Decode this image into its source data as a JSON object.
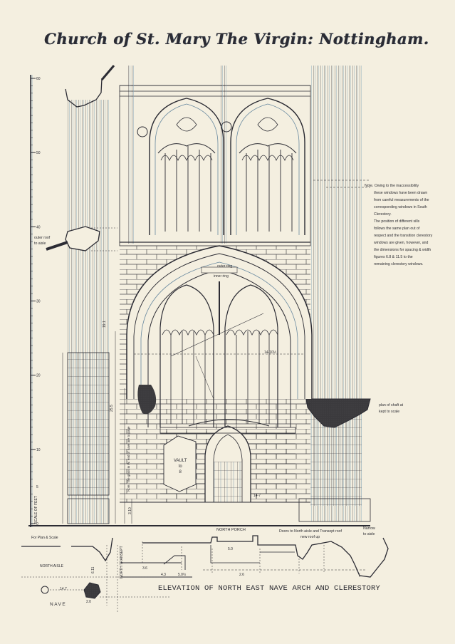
{
  "drawing": {
    "title": "Church of St. Mary The Virgin: Nottingham.",
    "caption": "ELEVATION OF NORTH EAST NAVE ARCH AND CLERESTORY",
    "colors": {
      "paper": "#f4efe0",
      "ink": "#2b2b33",
      "blue_ink": "#5a7d95",
      "red_ink": "#b0706a",
      "shade": "#3a3a3e"
    },
    "notes": {
      "clerestory_note": [
        "Note. Owing to the inaccessibility",
        "these windows have been drawn",
        "from careful measurements of the",
        "corresponding windows in South",
        "Clerestory.",
        "The position of different sills",
        "follows the same plan out of",
        "respect and the transition clerestory",
        "windows are given, however, and",
        "the dimensions for spacing & width",
        "figures 6.8 & 11.5 to the",
        "remaining clerestory windows."
      ],
      "plan_note": [
        "plan of shaft at",
        "kept to scale"
      ],
      "roof_note": [
        "outer roof",
        "to aisle"
      ],
      "arch_label_top": "outer ring",
      "arch_label_mid": "inner ring",
      "vault_label": [
        "VAULT",
        "to",
        "8"
      ],
      "measure_14_10": "14-10½",
      "measure_14_7": "14-7",
      "porch_label": "NORTH PORCH",
      "section_note": [
        "Doors to North aisle and Transept roof",
        "new roof up"
      ],
      "section_end_note": [
        "Narrow",
        "to aisle"
      ],
      "plan_label": "For Plan & Scale",
      "north_aisle": "NORTH AISLE",
      "nave": "NAVE",
      "north_transept": "NORTH TRANSEPT",
      "scale_label": "SCALE OF FEET",
      "vertical_note": "Note. The glass in W. end of nave are to page",
      "dims": [
        "4.3",
        "2.6",
        "5.0",
        "3.6",
        "5.0½",
        "14.7",
        "2.0",
        "6.11",
        "3.10",
        "19.1",
        "25.5"
      ]
    },
    "scale_ticks": [
      "60",
      "50",
      "40",
      "30",
      "20",
      "10",
      "5",
      "0"
    ]
  }
}
